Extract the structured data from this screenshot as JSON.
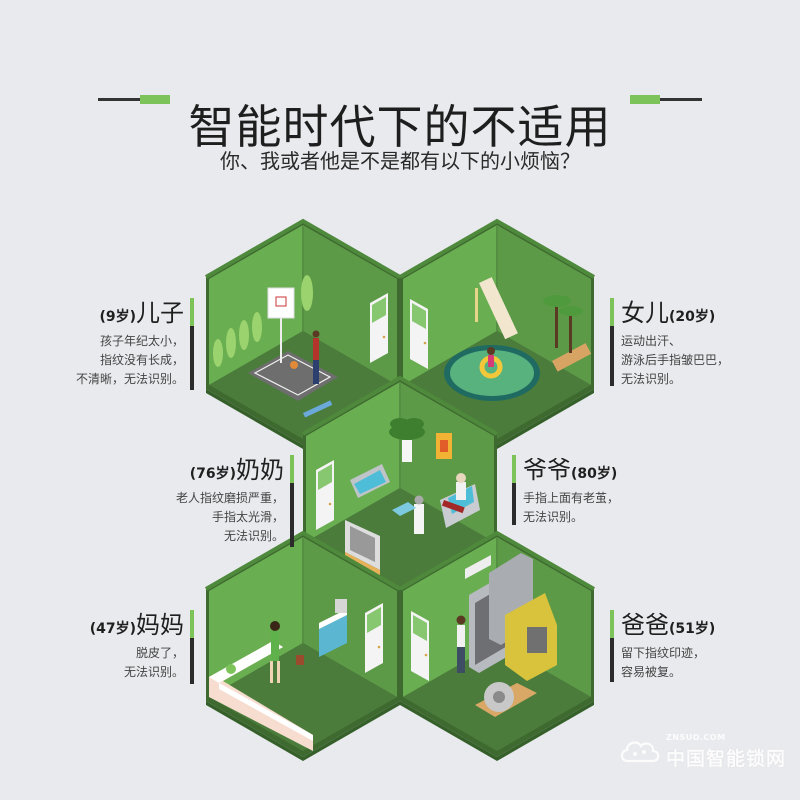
{
  "header": {
    "title": "智能时代下的不适用",
    "subtitle": "你、我或者他是不是都有以下的小烦恼？"
  },
  "colors": {
    "background": "#e9eaee",
    "accent_green": "#7cc35a",
    "bar_dark": "#2b2b2b",
    "wall_left": "#6aae52",
    "wall_right": "#5d9a48",
    "floor": "#4b7c3c",
    "floor_edge": "#3e6a30"
  },
  "members": [
    {
      "id": "son",
      "name": "儿子",
      "age": "(9岁)",
      "side": "left",
      "lines": [
        "孩子年纪太小，",
        "指纹没有长成，",
        "不清晰，无法识别。"
      ],
      "scene": "basketball-court-room"
    },
    {
      "id": "daughter",
      "name": "女儿",
      "age": "(20岁)",
      "side": "right",
      "lines": [
        "运动出汗、",
        "游泳后手指皱巴巴，",
        "无法识别。"
      ],
      "scene": "swimming-pool-room"
    },
    {
      "id": "grandma",
      "name": "奶奶",
      "age": "(76岁)",
      "side": "left",
      "lines": [
        "老人指纹磨损严重，",
        "手指太光滑，",
        "无法识别。"
      ],
      "scene": "living-room"
    },
    {
      "id": "grandpa",
      "name": "爷爷",
      "age": "(80岁)",
      "side": "right",
      "lines": [
        "手指上面有老茧，",
        "无法识别。"
      ],
      "scene": "living-room"
    },
    {
      "id": "mom",
      "name": "妈妈",
      "age": "(47岁)",
      "side": "left",
      "lines": [
        "脱皮了，",
        "无法识别。"
      ],
      "scene": "kitchen-room"
    },
    {
      "id": "dad",
      "name": "爸爸",
      "age": "(51岁)",
      "side": "right",
      "lines": [
        "留下指纹印迹，",
        "容易被复。"
      ],
      "scene": "workshop-room"
    }
  ],
  "watermark": {
    "domain": "ZNSUO.COM",
    "name": "中国智能锁网",
    "icon": "cloud-lock-icon"
  }
}
